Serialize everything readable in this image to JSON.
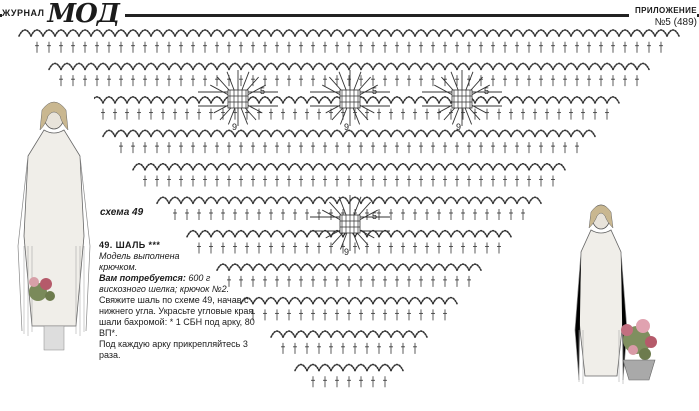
{
  "header": {
    "brand_small": "ЖУРНАЛ",
    "brand_big": "МОД",
    "appendix_label": "ПРИЛОЖЕНИЕ",
    "issue": "№5 (489)"
  },
  "scheme": {
    "label": "схема 49",
    "repeat_counts": [
      "5",
      "9"
    ]
  },
  "article": {
    "title": "49. ШАЛЬ ***",
    "line1": "Модель выполнена",
    "line2": "крючком.",
    "need_label": "Вам потребуется:",
    "need_value": " 600 г",
    "yarn": "вискозного шелка; крючок №2.",
    "text1": "Свяжите шаль по схеме 49, начав с",
    "text2": "нижнего угла. Украсьте угловые края",
    "text3": "шали бахромой: * 1 СБН под арку, 80 ВП*.",
    "text4": "Под каждую арку прикрепляйтесь 3 раза."
  },
  "photos": [
    {
      "name": "model-photo-left"
    },
    {
      "name": "model-photo-right"
    }
  ]
}
